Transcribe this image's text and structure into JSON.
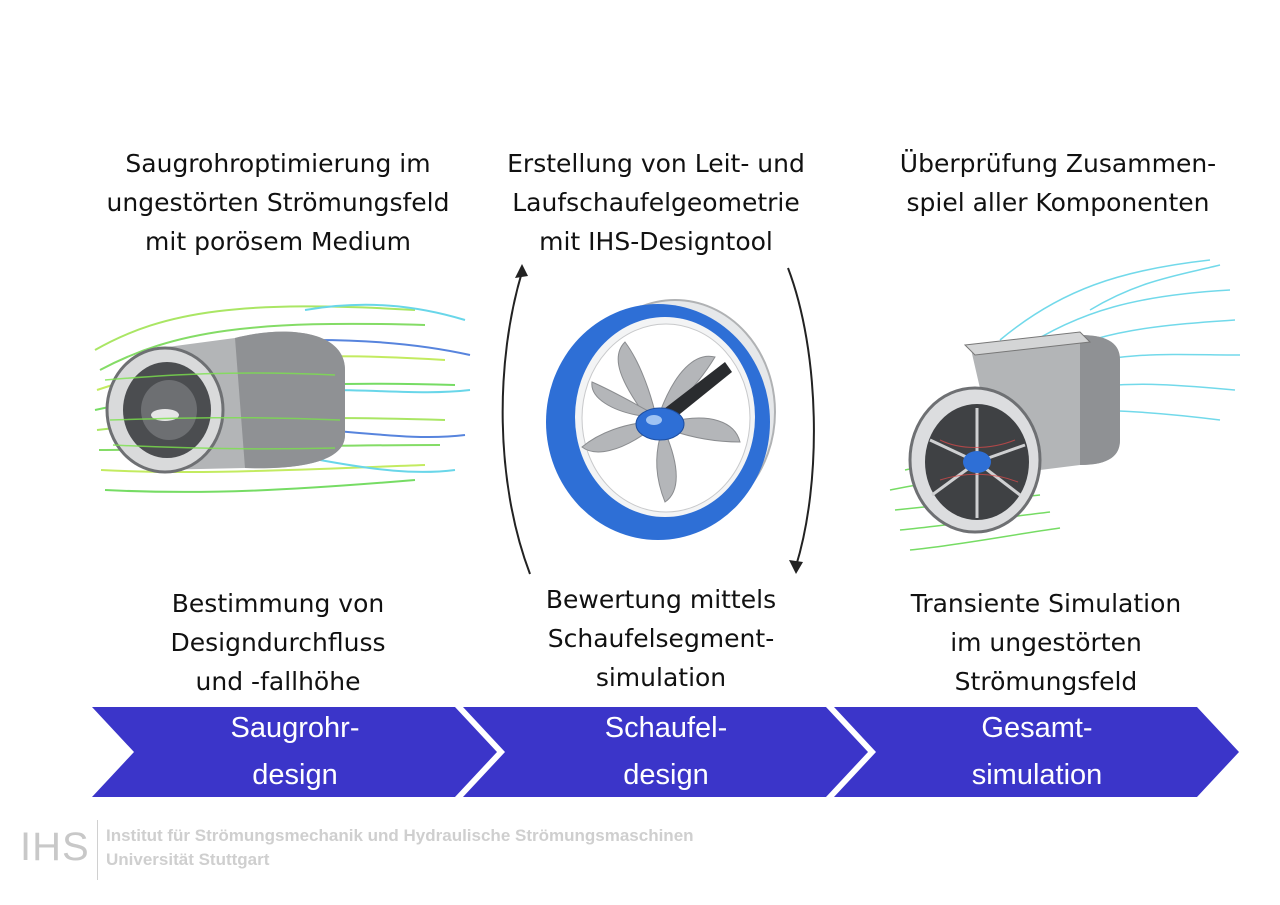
{
  "stages": [
    {
      "top_text": [
        "Saugrohroptimierung im",
        "ungestörten Strömungsfeld",
        "mit porösem Medium"
      ],
      "bottom_text": [
        "Bestimmung von",
        "Designdurchfluss",
        "und -fallhöhe"
      ],
      "chevron_label": [
        "Saugrohr-",
        "design"
      ]
    },
    {
      "top_text": [
        "Erstellung von Leit- und",
        "Laufschaufelgeometrie",
        "mit IHS-Designtool"
      ],
      "bottom_text": [
        "Bewertung mittels",
        "Schaufelsegment-",
        "simulation"
      ],
      "chevron_label": [
        "Schaufel-",
        "design"
      ]
    },
    {
      "top_text": [
        "Überprüfung Zusammen-",
        "spiel aller Komponenten"
      ],
      "bottom_text": [
        "Transiente Simulation",
        "im ungestörten",
        "Strömungsfeld"
      ],
      "chevron_label": [
        "Gesamt-",
        "simulation"
      ]
    }
  ],
  "footer": {
    "logo": "IHS",
    "line1": "Institut für Strömungsmechanik und Hydraulische Strömungsmaschinen",
    "line2": "Universität Stuttgart"
  },
  "colors": {
    "chevron": "#3b35c9",
    "blade_blue": "#2e6fd6",
    "duct_gray": "#a9abad",
    "stream_green": "#5fd64a",
    "stream_cyan": "#4fd0e6"
  }
}
